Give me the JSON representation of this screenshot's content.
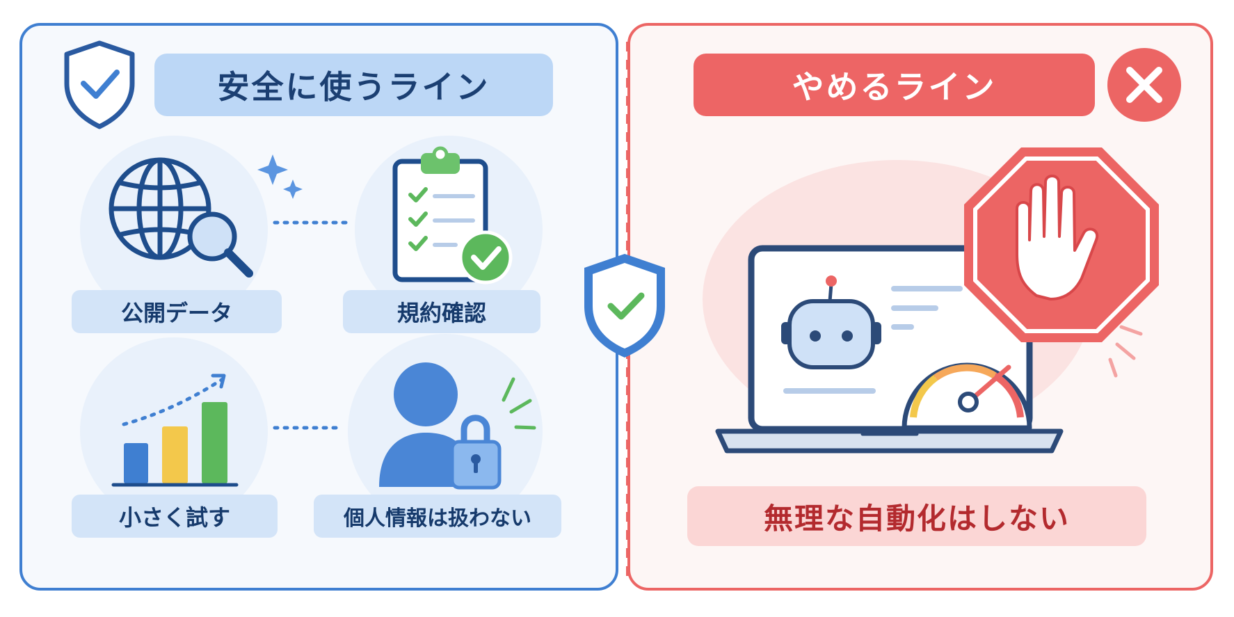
{
  "left_panel": {
    "title": "安全に使うライン",
    "items": [
      {
        "label": "公開データ",
        "icon": "globe-search-icon"
      },
      {
        "label": "規約確認",
        "icon": "clipboard-checklist-icon"
      },
      {
        "label": "小さく試す",
        "icon": "bar-chart-growth-icon"
      },
      {
        "label": "個人情報は扱わない",
        "icon": "person-lock-icon"
      }
    ]
  },
  "right_panel": {
    "title": "やめるライン",
    "caption": "無理な自動化はしない",
    "icons": [
      "close-x-icon",
      "stop-hand-sign-icon",
      "laptop-robot-icon",
      "speedometer-icon"
    ]
  },
  "colors": {
    "safe_blue": "#3f7fd1",
    "stop_red": "#ec6564",
    "check_green": "#5cb85c",
    "accent_yellow": "#f3c84b"
  }
}
